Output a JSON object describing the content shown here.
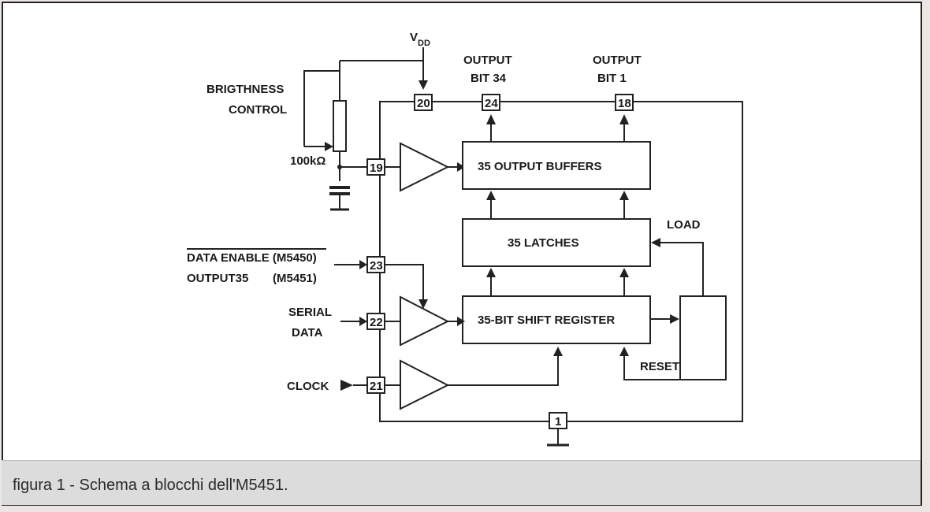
{
  "supply_label": "V",
  "supply_sub": "DD",
  "brightness_label_1": "BRIGTHNESS",
  "brightness_label_2": "CONTROL",
  "resistor_value": "100kΩ",
  "output_left_1": "OUTPUT",
  "output_left_2": "BIT 34",
  "output_right_1": "OUTPUT",
  "output_right_2": "BIT 1",
  "blocks": {
    "output_buffers": "35 OUTPUT BUFFERS",
    "latches": "35 LATCHES",
    "shift_register": "35-BIT SHIFT REGISTER"
  },
  "signals": {
    "data_enable": "DATA ENABLE (M5450)",
    "output35": "OUTPUT35",
    "output35_variant": "(M5451)",
    "serial_1": "SERIAL",
    "serial_2": "DATA",
    "clock": "CLOCK",
    "load": "LOAD",
    "reset": "RESET"
  },
  "pins": {
    "vdd": "20",
    "out34": "24",
    "out1": "18",
    "brightness": "19",
    "data_enable": "23",
    "serial": "22",
    "clock": "21",
    "ground": "1"
  },
  "caption": "figura 1 - Schema a blocchi dell'M5451.",
  "colors": {
    "ink": "#222222",
    "caption_bar": "#dcdcdc",
    "page": "#ebe6e4"
  }
}
